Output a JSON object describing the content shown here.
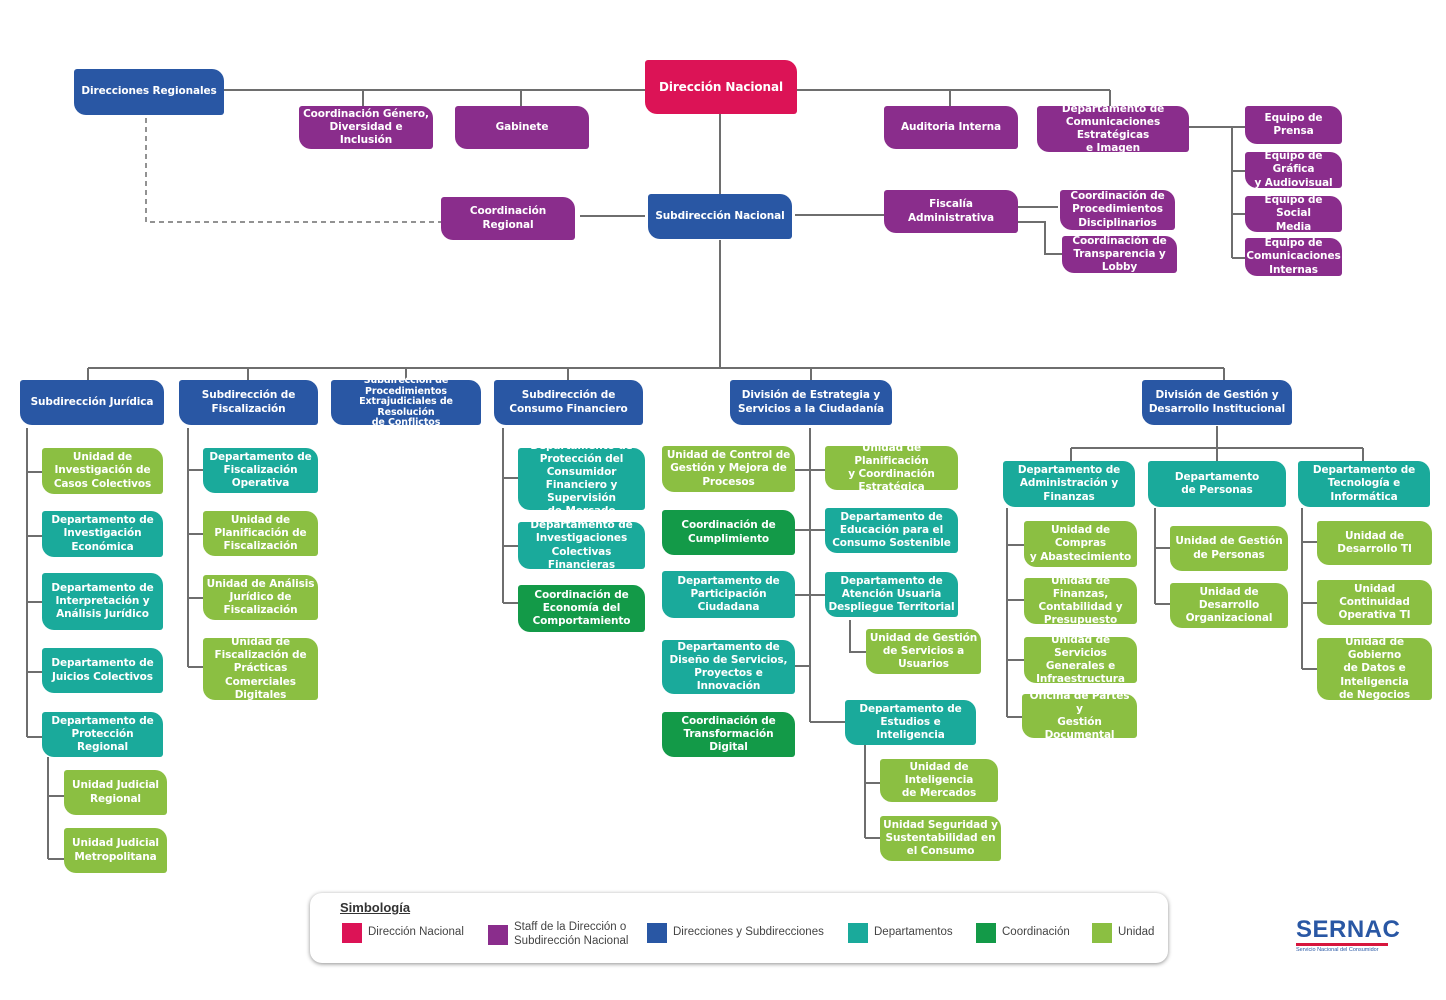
{
  "colors": {
    "direccion_nacional": "#dc1356",
    "staff": "#8a2d8c",
    "direcciones": "#2957a4",
    "departamentos": "#1aaa9b",
    "coordinacion": "#139a48",
    "unidad": "#8bbf42",
    "line": "#6e6e6e"
  },
  "nodes": {
    "direccion_nacional": "Dirección Nacional",
    "direcciones_regionales": "Direcciones Regionales",
    "coord_genero": "Coordinación Género,\nDiversidad e Inclusión",
    "gabinete": "Gabinete",
    "auditoria_interna": "Auditoria Interna",
    "depto_comunicaciones": "Departamento de\nComunicaciones Estratégicas\ne Imagen",
    "equipo_prensa": "Equipo de Prensa",
    "equipo_grafica": "Equipo de Gráfica\ny Audiovisual",
    "equipo_social": "Equipo de Social\nMedia",
    "equipo_com_internas": "Equipo de\nComunicaciones\nInternas",
    "coord_regional": "Coordinación Regional",
    "subdireccion_nacional": "Subdirección Nacional",
    "fiscalia_administrativa": "Fiscalía Administrativa",
    "coord_proc_disciplinarios": "Coordinación de\nProcedimientos\nDisciplinarios",
    "coord_transparencia": "Coordinación de\nTransparencia y Lobby",
    "sub_juridica": "Subdirección Jurídica",
    "u_inv_casos": "Unidad de\nInvestigación de\nCasos Colectivos",
    "d_inv_economica": "Departamento de\nInvestigación\nEconómica",
    "d_interpretacion": "Departamento de\nInterpretación y\nAnálisis Jurídico",
    "d_juicios": "Departamento de\nJuicios Colectivos",
    "d_proteccion_regional": "Departamento de\nProtección Regional",
    "u_judicial_regional": "Unidad Judicial\nRegional",
    "u_judicial_metropolitana": "Unidad Judicial\nMetropolitana",
    "sub_fiscalizacion": "Subdirección de\nFiscalización",
    "d_fisc_operativa": "Departamento de\nFiscalización\nOperativa",
    "u_planif_fisc": "Unidad de\nPlanificación de\nFiscalización",
    "u_analisis_juridico": "Unidad de Análisis\nJurídico de\nFiscalización",
    "u_fisc_practicas": "Unidad de\nFiscalización de\nPrácticas Comerciales\nDigitales",
    "sub_procedimientos": "Subdirección de\nProcedimientos\nExtrajudiciales de Resolución\nde Conflictos",
    "sub_consumo_financiero": "Subdirección de\nConsumo Financiero",
    "d_proteccion_financiero": "Departamento de\nProtección del Consumidor\nFinanciero y Supervisión\nde Mercado",
    "d_inv_colectivas_fin": "Departamento de\nInvestigaciones\nColectivas Financieras",
    "c_economia_comportamiento": "Coordinación de\nEconomía del\nComportamiento",
    "div_estrategia": "División de Estrategia y\nServicios a la Ciudadanía",
    "u_control_gestion": "Unidad de Control de\nGestión y Mejora de\nProcesos",
    "c_cumplimiento": "Coordinación de\nCumplimiento",
    "d_participacion": "Departamento de\nParticipación\nCiudadana",
    "d_diseno_servicios": "Departamento de\nDiseño de Servicios,\nProyectos e Innovación",
    "c_transformacion_digital": "Coordinación de\nTransformación Digital",
    "u_planif_coord_estrategica": "Unidad de Planificación\ny Coordinación\nEstratégica",
    "d_educacion": "Departamento de\nEducación para el\nConsumo Sostenible",
    "d_atencion_usuaria": "Departamento de\nAtención Usuaria\nDespliegue Territorial",
    "u_gestion_servicios_usuarios": "Unidad de Gestión\nde Servicios a\nUsuarios",
    "d_estudios": "Departamento de\nEstudios e Inteligencia",
    "u_inteligencia_mercados": "Unidad de Inteligencia\nde Mercados",
    "u_seguridad_consumo": "Unidad Seguridad y\nSustentabilidad en\nel Consumo",
    "div_gestion": "División de Gestión y\nDesarrollo Institucional",
    "d_admin_finanzas": "Departamento de\nAdministración y\nFinanzas",
    "u_compras": "Unidad de Compras\ny Abastecimiento",
    "u_finanzas_contabilidad": "Unidad de Finanzas,\nContabilidad y\nPresupuesto",
    "u_servicios_generales": "Unidad de Servicios\nGenerales e\nInfraestructura",
    "u_oficina_partes": "Oficina de Partes y\nGestión Documental",
    "d_personas": "Departamento\nde Personas",
    "u_gestion_personas": "Unidad de Gestión\nde Personas",
    "u_desarrollo_org": "Unidad de Desarrollo\nOrganizacional",
    "d_tecnologia": "Departamento de\nTecnología e Informática",
    "u_desarrollo_ti": "Unidad de\nDesarrollo TI",
    "u_continuidad_ti": "Unidad Continuidad\nOperativa TI",
    "u_gobierno_datos": "Unidad de Gobierno\nde Datos e\nInteligencia\nde Negocios"
  },
  "legend": {
    "title": "Simbología",
    "items": [
      {
        "label": "Dirección Nacional",
        "color": "#dc1356"
      },
      {
        "label": "Staff de la Dirección o\nSubdirección Nacional",
        "color": "#8a2d8c"
      },
      {
        "label": "Direcciones y Subdirecciones",
        "color": "#2957a4"
      },
      {
        "label": "Departamentos",
        "color": "#1aaa9b"
      },
      {
        "label": "Coordinación",
        "color": "#139a48"
      },
      {
        "label": "Unidad",
        "color": "#8bbf42"
      }
    ]
  },
  "logo": {
    "name": "SERNAC",
    "subtitle": "Servicio Nacional del Consumidor"
  }
}
